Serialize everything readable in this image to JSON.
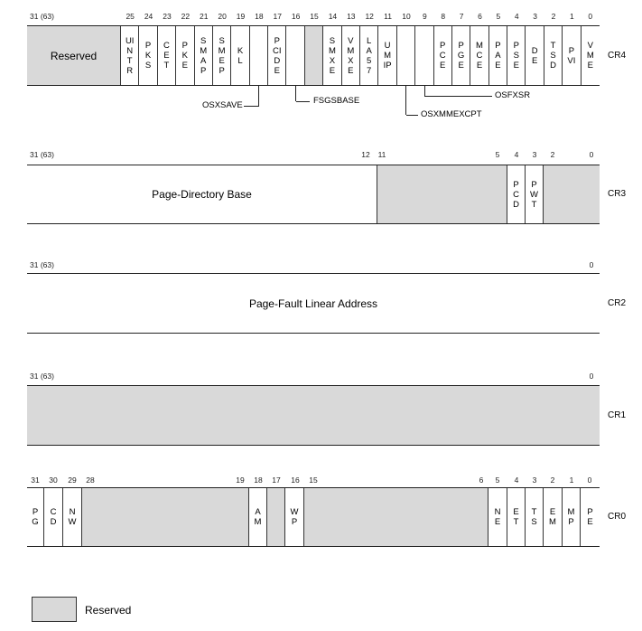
{
  "colors": {
    "reserved": "#d9d9d9",
    "border": "#222222",
    "background": "#ffffff"
  },
  "registers": [
    {
      "name": "CR4",
      "bit_labels": [
        {
          "text": "31 (63)",
          "bit": 31
        },
        {
          "text": "25",
          "bit": 25
        },
        {
          "text": "24",
          "bit": 24
        },
        {
          "text": "23",
          "bit": 23
        },
        {
          "text": "22",
          "bit": 22
        },
        {
          "text": "21",
          "bit": 21
        },
        {
          "text": "20",
          "bit": 20
        },
        {
          "text": "19",
          "bit": 19
        },
        {
          "text": "18",
          "bit": 18
        },
        {
          "text": "17",
          "bit": 17
        },
        {
          "text": "16",
          "bit": 16
        },
        {
          "text": "15",
          "bit": 15
        },
        {
          "text": "14",
          "bit": 14
        },
        {
          "text": "13",
          "bit": 13
        },
        {
          "text": "12",
          "bit": 12
        },
        {
          "text": "11",
          "bit": 11
        },
        {
          "text": "10",
          "bit": 10
        },
        {
          "text": "9",
          "bit": 9
        },
        {
          "text": "8",
          "bit": 8
        },
        {
          "text": "7",
          "bit": 7
        },
        {
          "text": "6",
          "bit": 6
        },
        {
          "text": "5",
          "bit": 5
        },
        {
          "text": "4",
          "bit": 4
        },
        {
          "text": "3",
          "bit": 3
        },
        {
          "text": "2",
          "bit": 2
        },
        {
          "text": "1",
          "bit": 1
        },
        {
          "text": "0",
          "bit": 0
        }
      ],
      "fields": [
        {
          "label": "Reserved",
          "hi": 31,
          "lo": 26,
          "reserved": true,
          "horizontal": true
        },
        {
          "label": "UINTR",
          "hi": 25,
          "lo": 25
        },
        {
          "label": "PKS",
          "hi": 24,
          "lo": 24
        },
        {
          "label": "CET",
          "hi": 23,
          "lo": 23
        },
        {
          "label": "PKE",
          "hi": 22,
          "lo": 22
        },
        {
          "label": "SMAP",
          "hi": 21,
          "lo": 21
        },
        {
          "label": "SMEP",
          "hi": 20,
          "lo": 20
        },
        {
          "label": "KL",
          "hi": 19,
          "lo": 19
        },
        {
          "label": "",
          "hi": 18,
          "lo": 18
        },
        {
          "label": "PCIDE",
          "hi": 17,
          "lo": 17
        },
        {
          "label": "",
          "hi": 16,
          "lo": 16
        },
        {
          "label": "",
          "hi": 15,
          "lo": 15,
          "reserved": true
        },
        {
          "label": "SMXE",
          "hi": 14,
          "lo": 14
        },
        {
          "label": "VMXE",
          "hi": 13,
          "lo": 13
        },
        {
          "label": "LA57",
          "hi": 12,
          "lo": 12
        },
        {
          "label": "UMIP",
          "hi": 11,
          "lo": 11
        },
        {
          "label": "",
          "hi": 10,
          "lo": 10
        },
        {
          "label": "",
          "hi": 9,
          "lo": 9
        },
        {
          "label": "PCE",
          "hi": 8,
          "lo": 8
        },
        {
          "label": "PGE",
          "hi": 7,
          "lo": 7
        },
        {
          "label": "MCE",
          "hi": 6,
          "lo": 6
        },
        {
          "label": "PAE",
          "hi": 5,
          "lo": 5
        },
        {
          "label": "PSE",
          "hi": 4,
          "lo": 4
        },
        {
          "label": "DE",
          "hi": 3,
          "lo": 3
        },
        {
          "label": "TSD",
          "hi": 2,
          "lo": 2
        },
        {
          "label": "PVI",
          "hi": 1,
          "lo": 1
        },
        {
          "label": "VME",
          "hi": 0,
          "lo": 0
        }
      ],
      "callouts": [
        {
          "label": "OSXSAVE",
          "bit": 18
        },
        {
          "label": "FSGSBASE",
          "bit": 16
        },
        {
          "label": "OSXMMEXCPT",
          "bit": 10
        },
        {
          "label": "OSFXSR",
          "bit": 9
        }
      ]
    },
    {
      "name": "CR3",
      "bit_labels": [
        {
          "text": "31 (63)",
          "bit": 31
        },
        {
          "text": "12",
          "bit": 12
        },
        {
          "text": "11",
          "bit": 11
        },
        {
          "text": "5",
          "bit": 5
        },
        {
          "text": "4",
          "bit": 4
        },
        {
          "text": "3",
          "bit": 3
        },
        {
          "text": "2",
          "bit": 2
        },
        {
          "text": "0",
          "bit": 0
        }
      ],
      "fields": [
        {
          "label": "Page-Directory Base",
          "hi": 31,
          "lo": 12,
          "horizontal": true
        },
        {
          "label": "",
          "hi": 11,
          "lo": 5,
          "reserved": true
        },
        {
          "label": "PCD",
          "hi": 4,
          "lo": 4
        },
        {
          "label": "PWT",
          "hi": 3,
          "lo": 3
        },
        {
          "label": "",
          "hi": 2,
          "lo": 0,
          "reserved": true
        }
      ]
    },
    {
      "name": "CR2",
      "bit_labels": [
        {
          "text": "31 (63)",
          "bit": 31
        },
        {
          "text": "0",
          "bit": 0
        }
      ],
      "fields": [
        {
          "label": "Page-Fault Linear Address",
          "hi": 31,
          "lo": 0,
          "horizontal": true
        }
      ]
    },
    {
      "name": "CR1",
      "bit_labels": [
        {
          "text": "31 (63)",
          "bit": 31
        },
        {
          "text": "0",
          "bit": 0
        }
      ],
      "fields": [
        {
          "label": "",
          "hi": 31,
          "lo": 0,
          "reserved": true
        }
      ]
    },
    {
      "name": "CR0",
      "bit_labels": [
        {
          "text": "31",
          "bit": 31
        },
        {
          "text": "30",
          "bit": 30
        },
        {
          "text": "29",
          "bit": 29
        },
        {
          "text": "28",
          "bit": 28
        },
        {
          "text": "19",
          "bit": 19
        },
        {
          "text": "18",
          "bit": 18
        },
        {
          "text": "17",
          "bit": 17
        },
        {
          "text": "16",
          "bit": 16
        },
        {
          "text": "15",
          "bit": 15
        },
        {
          "text": "6",
          "bit": 6
        },
        {
          "text": "5",
          "bit": 5
        },
        {
          "text": "4",
          "bit": 4
        },
        {
          "text": "3",
          "bit": 3
        },
        {
          "text": "2",
          "bit": 2
        },
        {
          "text": "1",
          "bit": 1
        },
        {
          "text": "0",
          "bit": 0
        }
      ],
      "fields": [
        {
          "label": "PG",
          "hi": 31,
          "lo": 31
        },
        {
          "label": "CD",
          "hi": 30,
          "lo": 30
        },
        {
          "label": "NW",
          "hi": 29,
          "lo": 29
        },
        {
          "label": "",
          "hi": 28,
          "lo": 19,
          "reserved": true
        },
        {
          "label": "AM",
          "hi": 18,
          "lo": 18
        },
        {
          "label": "",
          "hi": 17,
          "lo": 17,
          "reserved": true
        },
        {
          "label": "WP",
          "hi": 16,
          "lo": 16
        },
        {
          "label": "",
          "hi": 15,
          "lo": 6,
          "reserved": true
        },
        {
          "label": "NE",
          "hi": 5,
          "lo": 5
        },
        {
          "label": "ET",
          "hi": 4,
          "lo": 4
        },
        {
          "label": "TS",
          "hi": 3,
          "lo": 3
        },
        {
          "label": "EM",
          "hi": 2,
          "lo": 2
        },
        {
          "label": "MP",
          "hi": 1,
          "lo": 1
        },
        {
          "label": "PE",
          "hi": 0,
          "lo": 0
        }
      ]
    }
  ],
  "legend": {
    "label": "Reserved"
  }
}
